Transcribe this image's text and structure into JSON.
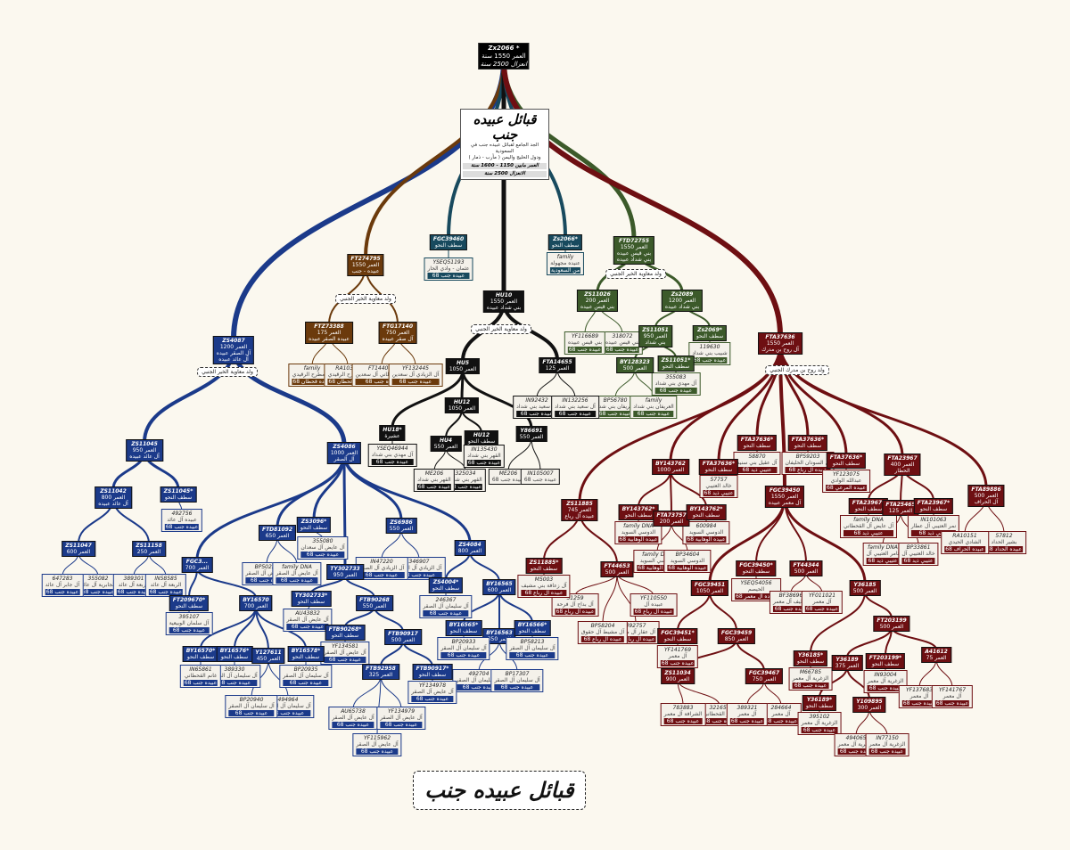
{
  "root": {
    "id": "Zx2066 *",
    "age": "العمر 1550 سنة",
    "split": "انعزال 2500 سنة"
  },
  "center": {
    "title": "قبائل عبيده جنب",
    "desc1": "الجد الجامع لقبائل عبيده جنب في السعودية",
    "desc2": "ودول الخليج واليمن ( مأرب - ذمار )",
    "age": "العمر مابين 1150 - 1600 سنة",
    "split": "الانعزال 2500 سنة"
  },
  "logo": "قبائل عبيده جنب",
  "colors": {
    "blue": "#1b3a8a",
    "brown": "#6b3a0c",
    "teal": "#184a5e",
    "black": "#111111",
    "green": "#3c5a2a",
    "red": "#6e0f12"
  },
  "labels": [
    "ولد معاوية الخير الجنبي",
    "ولد معاوية الخير الجنبي",
    "ولد معاوية الخير الجنبي",
    "ولد معاوية الخير الجنبي",
    "ولد روح بن مدرك الجنبي"
  ],
  "nodes": {
    "ft274795": {
      "id": "FT274795",
      "l1": "العمر 1550",
      "l2": "عبيده - جنب"
    },
    "fgc39460": {
      "id": "FGC39460",
      "l1": "سطف النحو"
    },
    "fgc39460_leaf": {
      "id": "YSEQ51193",
      "l1": "عثمان - وادي الحار",
      "l2": "عبيده جنب 68"
    },
    "zs2066": {
      "id": "Zs2066*",
      "l1": "سطف النحو"
    },
    "zs2066_leaf": {
      "id": "family",
      "l1": "عنيده مجهولة",
      "l2": "من السعودية"
    },
    "ftd72755": {
      "id": "FTD72755",
      "l1": "العمر 1550",
      "l2": "بني قيس عبيده",
      "l3": "بني شداد عبيده"
    },
    "hu10": {
      "id": "HU10",
      "l1": "العمر 1550",
      "l2": "بني شداد عبيده"
    },
    "zs4087": {
      "id": "ZS4087",
      "l1": "العمر 1200",
      "l2": "آل الصقر عبيده",
      "l3": "آل عائد عبيده"
    },
    "fta37636": {
      "id": "FTA37636",
      "l1": "العمر 1550",
      "l2": "آل روح بن مدرك"
    },
    "ftz73388": {
      "id": "FTZ73388",
      "l1": "العمر 175",
      "l2": "عبيده الصقر عبيده"
    },
    "ftg17140": {
      "id": "FTG17140",
      "l1": "العمر 750",
      "l2": "آل صقر عبيده"
    },
    "family1": {
      "id": "family",
      "l1": "آل مطرح الرقيدي",
      "l2": "رقيده قحطان 68"
    },
    "ra10364": {
      "id": "RA10364",
      "l1": "آل مطرح الرقيدي",
      "l2": "رقيده قحطان 68"
    },
    "ft144040": {
      "id": "FT144040",
      "l1": "آل القحطاني آل سعدين",
      "l2": "عبيده جنب 68"
    },
    "yf132445": {
      "id": "YF132445",
      "l1": "آل الزيادي آل سعدين",
      "l2": "عبيده جنب 68"
    },
    "zs11026": {
      "id": "ZS11026",
      "l1": "العمر 200",
      "l2": "بني قيس عبيده"
    },
    "zs2089": {
      "id": "Zs2089",
      "l1": "العمر 1200",
      "l2": "بني شداد عبيده"
    },
    "yf116689": {
      "id": "YF116689",
      "l1": "بني قيس عبيده",
      "l2": "عبيده جنب 68"
    },
    "318072": {
      "id": "318072",
      "l1": "بني قيس عبيده",
      "l2": "عبيده جنب 68"
    },
    "zs11051": {
      "id": "ZS11051",
      "l1": "العمر 950",
      "l2": "بني شداد"
    },
    "zs2069": {
      "id": "Zs2069*",
      "l1": "سطف النحو"
    },
    "119630": {
      "id": "119630",
      "l1": "شبيب بني شداد",
      "l2": "عبيده جنب 68"
    },
    "by128323": {
      "id": "BY128323",
      "l1": "العمر 500"
    },
    "zs11051b": {
      "id": "ZS11051*",
      "l1": "سطف النحو"
    },
    "355083": {
      "id": "355083",
      "l1": "آل مهدي بني شداد",
      "l2": "عبيده جنب 68"
    },
    "bp56780": {
      "id": "BP56780",
      "l1": "العريفان بني شداد",
      "l2": "عبيده جنب 68"
    },
    "family2": {
      "id": "family",
      "l1": "العريفان بني شداد",
      "l2": "عبيده جنب 68"
    },
    "hu5": {
      "id": "HU5",
      "l1": "العمر 1050"
    },
    "fta14655": {
      "id": "FTA14655",
      "l1": "العمر 125"
    },
    "in92432": {
      "id": "IN92432",
      "l1": "آل سعيد بني شداد",
      "l2": "عبيده جنب 68"
    },
    "in132256": {
      "id": "IN132256",
      "l1": "آل سعيد بني شداد",
      "l2": "عبيده جنب 68"
    },
    "hu12": {
      "id": "HU12",
      "l1": "العمر 1050"
    },
    "hu18": {
      "id": "HU18*",
      "l1": "عشيرة"
    },
    "yseq46944": {
      "id": "YSEQ46944",
      "l1": "آل مهدي بني شداد",
      "l2": "عبيده جنب 68"
    },
    "hu4": {
      "id": "HU4",
      "l1": "العمر 550"
    },
    "hu12b": {
      "id": "HU12",
      "l1": "سطف النحو"
    },
    "y86691": {
      "id": "Y86691",
      "l1": "العمر 550"
    },
    "me206": {
      "id": "ME206",
      "l1": "القهر بني شداد",
      "l2": "عبيده جنب 68"
    },
    "325034": {
      "id": "325034",
      "l1": "القهر بني شداد",
      "l2": "عبيده جنب 68"
    },
    "in135430": {
      "id": "IN135430",
      "l1": "القهر بني شداد",
      "l2": "عبيده جنب 68"
    },
    "me206b": {
      "id": "ME206",
      "l1": "عبيده جنب 68"
    },
    "in105007": {
      "id": "IN105007",
      "l1": "عبيده جنب 68"
    },
    "zs11045": {
      "id": "ZS11045",
      "l1": "العمر 950",
      "l2": "آل عائد عبيده"
    },
    "zs4086": {
      "id": "ZS4086",
      "l1": "العمر 1000",
      "l2": "آل الصقر"
    },
    "zs11042": {
      "id": "ZS11042",
      "l1": "العمر 800",
      "l2": "آل عائد عبيده"
    },
    "zs11045b": {
      "id": "ZS11045*",
      "l1": "سطف النحو"
    },
    "492756": {
      "id": "492756",
      "l1": "عبيده آل عائد",
      "l2": "عبيده جنب 68"
    },
    "zs11047": {
      "id": "ZS11047",
      "l1": "العمر 600"
    },
    "zs11158": {
      "id": "ZS11158",
      "l1": "العمر 250"
    },
    "647283": {
      "id": "647283",
      "l1": "آل جابر آل عائد",
      "l2": "عبيده جنب 68"
    },
    "355082": {
      "id": "355082",
      "l1": "الجابرية آل عائد",
      "l2": "عبيده جنب 68"
    },
    "389301": {
      "id": "389301",
      "l1": "الربعة آل عائد",
      "l2": "عبيده جنب 68"
    },
    "in58585": {
      "id": "IN58585",
      "l1": "الربعة آل عائد",
      "l2": "عبيده جنب 68"
    },
    "fgc3": {
      "id": "FGC3...",
      "l1": "العمر 700"
    },
    "ftd81092": {
      "id": "FTD81092",
      "l1": "العمر 650"
    },
    "zs3096": {
      "id": "ZS3096*",
      "l1": "سطف النحو"
    },
    "zs6986": {
      "id": "ZS6986",
      "l1": "العمر 550"
    },
    "zs4084": {
      "id": "ZS4084",
      "l1": "العمر 800"
    },
    "355080": {
      "id": "355080",
      "l1": "آل عايض آل سعدان",
      "l2": "عبيده جنب 68"
    },
    "in47220": {
      "id": "IN47220",
      "l1": "آل الزيادي آل الصقر",
      "l2": "عبيده جنب 68"
    },
    "346907": {
      "id": "346907",
      "l1": "آل الزيادي آل الصقر",
      "l2": "عبيده جنب 68"
    },
    "bp50224": {
      "id": "BP50224",
      "l1": "آل عايض آل الصقر",
      "l2": "عبيده جنب 68"
    },
    "familydna1": {
      "id": "family DNA",
      "l1": "آل عايض آل الصقر",
      "l2": "عبيده جنب 68"
    },
    "ty302733": {
      "id": "TY302733",
      "l1": "العمر 950"
    },
    "ft209670": {
      "id": "FT209670*",
      "l1": "سطف النحو"
    },
    "395107": {
      "id": "395107",
      "l1": "آل سلمان الوبيعية",
      "l2": "عبيده جنب 68"
    },
    "by16570": {
      "id": "BY16570",
      "l1": "العمر 700"
    },
    "zs4004": {
      "id": "ZS4004*",
      "l1": "سطف النحو"
    },
    "246367": {
      "id": "246367",
      "l1": "آل سليمان آل الصقر",
      "l2": "عبيده جنب 68"
    },
    "by16565": {
      "id": "BY16565",
      "l1": "العمر 600"
    },
    "ty302733b": {
      "id": "TY302733*",
      "l1": "سطف النحو"
    },
    "au43832": {
      "id": "AU43832",
      "l1": "آل عايض آل الصقر",
      "l2": "عبيده جنب 68"
    },
    "ftb90268": {
      "id": "FTB90268",
      "l1": "العمر 550"
    },
    "ftb90268b": {
      "id": "FTB90268*",
      "l1": "سطف النحو"
    },
    "yf134581": {
      "id": "YF134581",
      "l1": "آل عايض آل الصقر",
      "l2": "عبيده جنب 68"
    },
    "ftb90917": {
      "id": "FTB90917",
      "l1": "العمر 500"
    },
    "ftb92958": {
      "id": "FTB92958",
      "l1": "العمر 325"
    },
    "ftb90917b": {
      "id": "FTB90917*",
      "l1": "سطف النحو"
    },
    "yf134978": {
      "id": "YF134978",
      "l1": "آل عايض آل الصقر",
      "l2": "عبيده جنب 68"
    },
    "au65738": {
      "id": "AU65738",
      "l1": "آل عايض آل الصقر",
      "l2": "عبيده جنب 68"
    },
    "yf134979": {
      "id": "YF134979",
      "l1": "آل عايض آل الصقر",
      "l2": "عبيده جنب 68"
    },
    "yf115962": {
      "id": "YF115962",
      "l1": "آل عايض آل الصقر",
      "l2": "عبيده جنب 68"
    },
    "by16570b": {
      "id": "BY16570*",
      "l1": "سطف النحو"
    },
    "by16576": {
      "id": "BY16576*",
      "l1": "سطف النحو"
    },
    "y127611": {
      "id": "Y127611",
      "l1": "العمر 450"
    },
    "by16578": {
      "id": "BY16578*",
      "l1": "سطف النحو"
    },
    "in65861": {
      "id": "IN65861",
      "l1": "غانم القحطاني",
      "l2": "عبيده جنب 68"
    },
    "389330": {
      "id": "389330",
      "l1": "آل سليمان آل الصقر",
      "l2": "عبيده جنب 68"
    },
    "bp20935": {
      "id": "BP20935",
      "l1": "آل سليمان آل الصقر",
      "l2": "عبيده جنب 68"
    },
    "bp20940": {
      "id": "BP20940",
      "l1": "آل سليمان آل الصقر",
      "l2": "عبيده جنب 68"
    },
    "494964": {
      "id": "494964",
      "l1": "آل سليمان آل الصقر",
      "l2": "عبيده جنب 68"
    },
    "by16565b": {
      "id": "BY16565*",
      "l1": "سطف النحو"
    },
    "by16563": {
      "id": "BY16563",
      "l1": "العمر 350"
    },
    "by16566": {
      "id": "BY16566*",
      "l1": "سطف النحو"
    },
    "bp20933": {
      "id": "BP20933",
      "l1": "آل سليمان آل الصقر",
      "l2": "عبيده جنب 68"
    },
    "bp58213": {
      "id": "BP58213",
      "l1": "آل سليمان آل الصقر",
      "l2": "عبيده جنب 68"
    },
    "492704": {
      "id": "492704",
      "l1": "آل سليمان آل الصقر",
      "l2": "عبيده جنب 68"
    },
    "bp17307": {
      "id": "BP17307",
      "l1": "آل سليمان آل الصقر",
      "l2": "عبيده جنب 68"
    },
    "zs11885": {
      "id": "ZS11885",
      "l1": "العمر 745",
      "l2": "عبيده آل رباع"
    },
    "by143762": {
      "id": "BY143762",
      "l1": "العمر 1000"
    },
    "fta37636b": {
      "id": "FTA37636*",
      "l1": "سطف النحو"
    },
    "57757": {
      "id": "57757",
      "l1": "خالد العتيبي",
      "l2": "عتيبي ذيد 68"
    },
    "fta37636c": {
      "id": "FTA37636*",
      "l1": "سطف النحو"
    },
    "58870": {
      "id": "58870",
      "l1": "آل عقيل بني سنيد",
      "l2": "عتيبي ذيد 68"
    },
    "fta37636d": {
      "id": "FTA37636*",
      "l1": "سطف النحو"
    },
    "bp59203": {
      "id": "BP59203",
      "l1": "آل السودان الحليفان",
      "l2": "عبيده آل رباع 68"
    },
    "fta37636e": {
      "id": "FTA37636*",
      "l1": "سطف النحو"
    },
    "yf123075": {
      "id": "YF123075",
      "l1": "عبدالله الوادي",
      "l2": "عبيده المرعي 68"
    },
    "fta23967": {
      "id": "FTA23967",
      "l1": "العمر 400",
      "l2": "الحطار"
    },
    "fta89886": {
      "id": "FTA89886",
      "l1": "العمر 500",
      "l2": "آل الحراف"
    },
    "zs11885b": {
      "id": "ZS11885*",
      "l1": "سطف النحو"
    },
    "m5003": {
      "id": "M5003",
      "l1": "آل زعافة بني مشيف",
      "l2": "عبيده آل رباع 68"
    },
    "ft44653": {
      "id": "FT44653",
      "l1": "العمر 500"
    },
    "51259": {
      "id": "51259",
      "l1": "آل بداح آل فرحة",
      "l2": "عبيده آل رباع 68"
    },
    "yf110550": {
      "id": "YF110550",
      "l1": "عبيده آل",
      "l2": "عبيده آل رباع 68"
    },
    "bp58204": {
      "id": "BP58204",
      "l1": "آل مشيط آل حقوق",
      "l2": "عبيده آل رباع 68"
    },
    "492757": {
      "id": "492757",
      "l1": "آل عقار آل صحيح",
      "l2": "عبيده آل رباع 68"
    },
    "by143762b": {
      "id": "BY143762*",
      "l1": "سطف النحو"
    },
    "familydna2": {
      "id": "family DNA",
      "l1": "الدوسي السويد",
      "l2": "عبيده الوهابية 68"
    },
    "fta73757": {
      "id": "FTA73757",
      "l1": "العمر 200"
    },
    "by143762c": {
      "id": "BY143762*",
      "l1": "سطف النحو"
    },
    "600984": {
      "id": "600984",
      "l1": "الدوسي السويد",
      "l2": "عبيده الوهابية 68"
    },
    "familydna3": {
      "id": "family DNA",
      "l1": "الدوسي السويد",
      "l2": "عبيده الوهابية 68"
    },
    "bp34604": {
      "id": "BP34604",
      "l1": "الدوسي السويد",
      "l2": "عبيده الوهابية 68"
    },
    "fgc39450": {
      "id": "FGC39450",
      "l1": "العمر 1550",
      "l2": "آل معمر عبيده"
    },
    "fta23967b": {
      "id": "FTA23967*",
      "l1": "سطف النحو"
    },
    "familydna4": {
      "id": "family DNA",
      "l1": "آل عايض آل القحطاني",
      "l2": "عتيبي ذيد 68"
    },
    "fta25465": {
      "id": "FTA25465",
      "l1": "العمر 125"
    },
    "fta23967c": {
      "id": "FTA23967*",
      "l1": "سطف النحو"
    },
    "in101063": {
      "id": "IN101063",
      "l1": "نمر العتيبي آل عطار",
      "l2": "عتيبي ذيد 68"
    },
    "familydna5": {
      "id": "family DNA",
      "l1": "ثامر العتيبي آل",
      "l2": "عتيبي ذيد 68"
    },
    "bp33861": {
      "id": "BP33861",
      "l1": "خالد العتيبي آل",
      "l2": "عتيبي ذيد 68"
    },
    "ra10151": {
      "id": "RA10151",
      "l1": "الشادي الحيدي",
      "l2": "عبيده الحراف 68"
    },
    "57812": {
      "id": "57812",
      "l1": "بشير الحداد",
      "l2": "عبيده الحداد 68"
    },
    "fgc39450b": {
      "id": "FGC39450*",
      "l1": "سطف النحو"
    },
    "yseq54056": {
      "id": "YSEQ54056",
      "l1": "الحيصم",
      "l2": "عبيده آل معمر 68"
    },
    "ft44344": {
      "id": "FT44344",
      "l1": "العمر 500"
    },
    "bf38696": {
      "id": "BF38696",
      "l1": "الخليف آل معمر",
      "l2": "عبيده جنب 68"
    },
    "yf011021": {
      "id": "YF011021",
      "l1": "آل معمر",
      "l2": "عبيده جنب 68"
    },
    "fgc39451": {
      "id": "FGC39451",
      "l1": "العمر 1050"
    },
    "y36185": {
      "id": "Y36185",
      "l1": "العمر 500"
    },
    "fgc39451b": {
      "id": "FGC39451*",
      "l1": "سطف النحو"
    },
    "yf141769": {
      "id": "YF141769",
      "l1": "آل معمر",
      "l2": "عبيده جنب 68"
    },
    "fgc39459": {
      "id": "FGC39459",
      "l1": "العمر 850"
    },
    "zs11034": {
      "id": "ZS11034",
      "l1": "العمر 900"
    },
    "fgc39467": {
      "id": "FGC39467",
      "l1": "العمر 750"
    },
    "783883": {
      "id": "783883",
      "l1": "الشرافة آل معمر",
      "l2": "عبيده جنب 68"
    },
    "321650": {
      "id": "321650",
      "l1": "عمر القحطاني",
      "l2": "عبيده جنب 68"
    },
    "389321": {
      "id": "389321",
      "l1": "آل معمر",
      "l2": "عبيده جنب 68"
    },
    "284664": {
      "id": "284664",
      "l1": "آل معمر",
      "l2": "عبيده جنب 68"
    },
    "ft203199": {
      "id": "FT203199",
      "l1": "العمر 500"
    },
    "y36185b": {
      "id": "Y36185*",
      "l1": "سطف النحو"
    },
    "m66785": {
      "id": "M66785",
      "l1": "الزغرية آل معمر",
      "l2": "عبيده جنب 68"
    },
    "y36189": {
      "id": "Y36189",
      "l1": "العمر 375"
    },
    "ft203199b": {
      "id": "FT203199*",
      "l1": "سطف النحو"
    },
    "in93004": {
      "id": "IN93004",
      "l1": "الزغرية آل معمر",
      "l2": "عبيده جنب 68"
    },
    "a41612": {
      "id": "A41612",
      "l1": "العمر 75"
    },
    "y36189b": {
      "id": "Y36189*",
      "l1": "سطف النحو"
    },
    "395102": {
      "id": "395102",
      "l1": "الزغرية آل معمر",
      "l2": "عبيده جنب 68"
    },
    "y109895": {
      "id": "Y109895",
      "l1": "العمر 300"
    },
    "494065": {
      "id": "494065",
      "l1": "الزغرية آل معمر",
      "l2": "عبيده جنب 68"
    },
    "in77150": {
      "id": "IN77150",
      "l1": "الزغرية آل معمر",
      "l2": "عبيده جنب 68"
    },
    "yf137683": {
      "id": "YF137683",
      "l1": "آل معمر",
      "l2": "عبيده جنب 68"
    },
    "yf141767": {
      "id": "YF141767",
      "l1": "آل معمر",
      "l2": "عبيده جنب 68"
    }
  }
}
